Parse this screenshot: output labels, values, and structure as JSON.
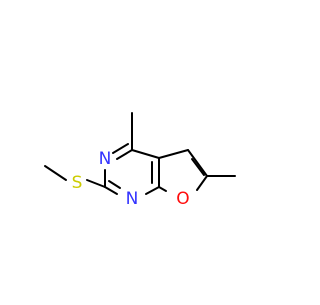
{
  "molecule": {
    "atom_labels": {
      "n1": "N",
      "n2": "N",
      "s": "S",
      "o": "O"
    },
    "colors": {
      "bond": "#000000",
      "nitrogen": "#3333ff",
      "sulfur": "#cccc00",
      "oxygen": "#ff0d0d",
      "background": "#ffffff"
    }
  }
}
